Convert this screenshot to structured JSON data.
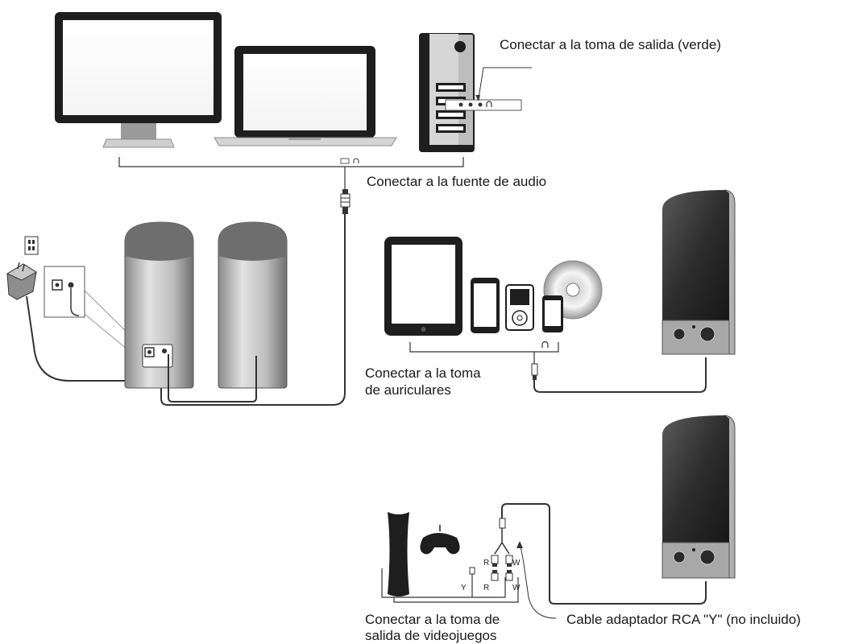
{
  "labels": {
    "output_jack": "Conectar a la toma de salida (verde)",
    "audio_source": "Conectar a la fuente de audio",
    "headphone_line1": "Conectar a la toma",
    "headphone_line2": "de auriculares",
    "game_line1": "Conectar a la toma de",
    "game_line2": "salida de videojuegos",
    "rca_cable": "Cable adaptador RCA \"Y\" (no incluido)"
  },
  "plug_letters": {
    "red": "R",
    "white": "W",
    "yellow": "Y"
  }
}
